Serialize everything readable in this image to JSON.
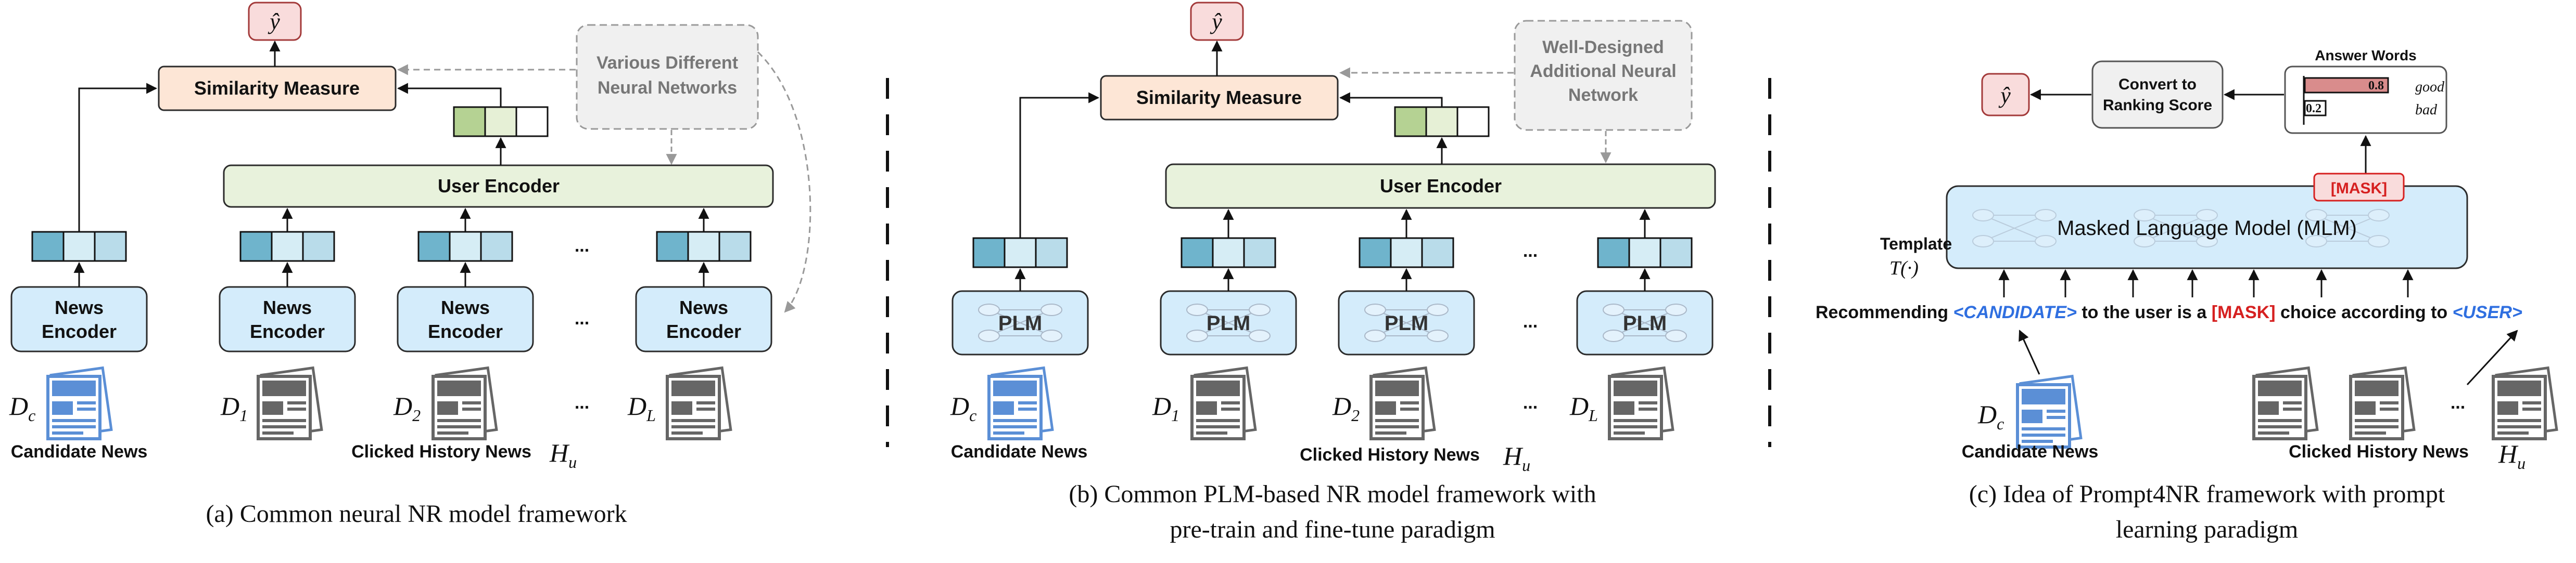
{
  "colors": {
    "encoder_fill": "#d4ecfb",
    "encoder_stroke": "#2b2b2b",
    "user_encoder_fill": "#e8f2dc",
    "similarity_fill": "#fde6d6",
    "output_fill": "#f9dcdc",
    "output_stroke": "#a33a3a",
    "vec_dark": "#6fb4cc",
    "vec_light": "#d6edf5",
    "vec_green_dark": "#b5d293",
    "vec_green_light": "#e6f0d6",
    "note_fill": "#f0f0f0",
    "note_stroke": "#9a9a9a",
    "mask_red": "#d62020",
    "candidate_blue": "#2f6fe0",
    "news_blue": "#5b8fd6",
    "news_gray": "#666666"
  },
  "panel_a": {
    "output": "ŷ",
    "similarity": "Similarity Measure",
    "note_line1": "Various Different",
    "note_line2": "Neural Networks",
    "user_encoder": "User Encoder",
    "encoder_line1": "News",
    "encoder_line2": "Encoder",
    "ellipsis": "...",
    "doc_c": "D",
    "doc_c_sub": "c",
    "doc_1": "D",
    "doc_1_sub": "1",
    "doc_2": "D",
    "doc_2_sub": "2",
    "doc_l": "D",
    "doc_l_sub": "L",
    "news_label": "NEWS",
    "candidate_news": "Candidate News",
    "clicked_history": "Clicked History News",
    "h_u": "H",
    "h_u_sub": "u",
    "caption": "(a) Common neural NR model framework"
  },
  "panel_b": {
    "output": "ŷ",
    "similarity": "Similarity Measure",
    "note_line1": "Well-Designed",
    "note_line2": "Additional Neural",
    "note_line3": "Network",
    "user_encoder": "User Encoder",
    "plm": "PLM",
    "ellipsis": "...",
    "candidate_news": "Candidate News",
    "clicked_history": "Clicked History News",
    "caption_line1": "(b) Common PLM-based NR model framework with",
    "caption_line2": "pre-train and fine-tune paradigm"
  },
  "panel_c": {
    "output": "ŷ",
    "convert_line1": "Convert to",
    "convert_line2": "Ranking Score",
    "answer_words": "Answer Words",
    "prob_good": "0.8",
    "prob_bad": "0.2",
    "word_good": "good",
    "word_bad": "bad",
    "mask_token": "[MASK]",
    "mlm": "Masked Language Model (MLM)",
    "template_label": "Template",
    "template_func": "T(·)",
    "sentence_part1": "Recommending",
    "sentence_candidate": "<CANDIDATE>",
    "sentence_part2": "to the user is a",
    "sentence_mask": "[MASK]",
    "sentence_part3": "choice according to",
    "sentence_user": "<USER>",
    "candidate_news": "Candidate News",
    "clicked_history": "Clicked History News",
    "caption_line1": "(c) Idea of Prompt4NR framework with prompt",
    "caption_line2": "learning paradigm"
  },
  "chart_data": {
    "type": "bar",
    "categories": [
      "good",
      "bad"
    ],
    "values": [
      0.8,
      0.2
    ],
    "title": "Answer Words"
  }
}
